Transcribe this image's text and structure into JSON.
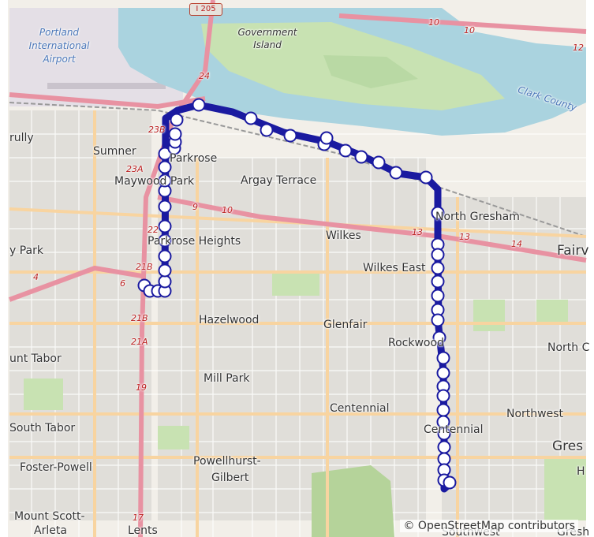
{
  "map": {
    "attribution": "© OpenStreetMap contributors",
    "highway_sign": "I 205",
    "colors": {
      "route": "#1a1aa0",
      "stop_fill": "#ffffff",
      "stop_stroke": "#1a1aa0",
      "water": "#aad3df",
      "park": "#c8e2b2",
      "motorway": "#e892a2",
      "primary": "#f8d4a0"
    },
    "labels": {
      "portland_airport": "Portland International Airport",
      "government_island": "Government Island",
      "clark_county": "Clark County",
      "sumner": "Sumner",
      "parkrose": "Parkrose",
      "maywood_park": "Maywood Park",
      "argay_terrace": "Argay Terrace",
      "north_gresham": "North Gresham",
      "wilkes": "Wilkes",
      "wilkes_east": "Wilkes East",
      "parkrose_heights": "Parkrose Heights",
      "hazelwood": "Hazelwood",
      "glenfair": "Glenfair",
      "rockwood": "Rockwood",
      "mill_park": "Mill Park",
      "centennial_a": "Centennial",
      "centennial_b": "Centennial",
      "northwest": "Northwest",
      "north_c": "North C",
      "south_tabor": "South Tabor",
      "mount_tabor": "unt Tabor",
      "foster_powell": "Foster-Powell",
      "powellhurst": "Powellhurst-",
      "gilbert": "Gilbert",
      "mount_scott": "Mount Scott-",
      "arleta": "Arleta",
      "lents": "Lents",
      "gres": "Gres",
      "fairv": "Fairv",
      "rully": "rully",
      "y_park": "y Park",
      "southwest": "Southwest",
      "gresh": "Gresh",
      "h": "H"
    },
    "shields": [
      "10",
      "10",
      "12",
      "24",
      "23B",
      "23A",
      "9",
      "10",
      "22",
      "21B",
      "6",
      "4",
      "21B",
      "21A",
      "19",
      "17",
      "13",
      "13",
      "14"
    ]
  }
}
